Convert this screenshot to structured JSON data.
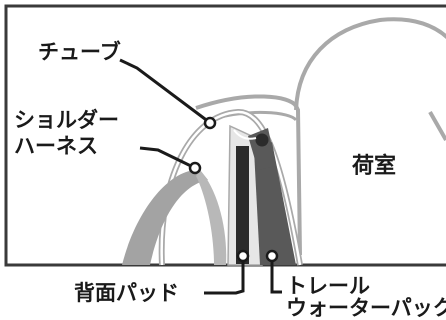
{
  "labels": {
    "tube": "チューブ",
    "shoulder_harness_line1": "ショルダー",
    "shoulder_harness_line2": "ハーネス",
    "compartment": "荷室",
    "back_pad": "背面パッド",
    "trail_pack_line1": "トレール",
    "trail_pack_line2": "ウォーターパック"
  },
  "colors": {
    "frame_border": "#3a3a3a",
    "outline_gray": "#a9a9a9",
    "harness_gray": "#a3a3a3",
    "pad_dark": "#2b2b2b",
    "pack_gray": "#595959",
    "leader_line": "#1a1a1a",
    "background": "#ffffff"
  }
}
